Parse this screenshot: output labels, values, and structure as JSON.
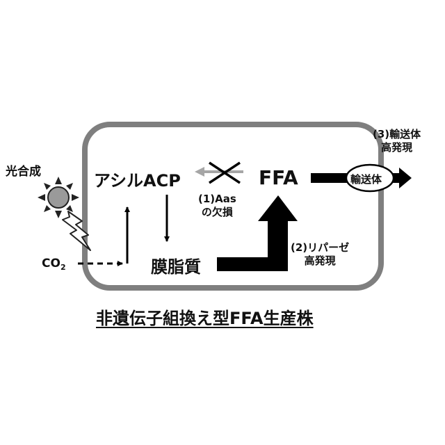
{
  "photosynthesis_label": "光合成",
  "sun_icon": "sun-icon",
  "lightning_icon": "lightning-icon",
  "co2": {
    "main": "CO",
    "sub": "2"
  },
  "acyl_acp": "アシルACP",
  "ffa": "FFA",
  "membrane_lipid": "膜脂質",
  "aas_deletion": {
    "line1": "(1)Aas",
    "line2": "の欠損"
  },
  "lipase": {
    "line1": "(2)リパーゼ",
    "line2": "高発現"
  },
  "transporter_label": "輸送体",
  "transporter_note": {
    "line1": "(3)輸送体",
    "line2": "高発現"
  },
  "title": "非遺伝子組換え型FFA生産株",
  "colors": {
    "cell_border": "#7f7f7f",
    "blocked_arrow": "#a6a6a6",
    "ink": "#000000",
    "sun_fill": "#9a9a9a"
  }
}
